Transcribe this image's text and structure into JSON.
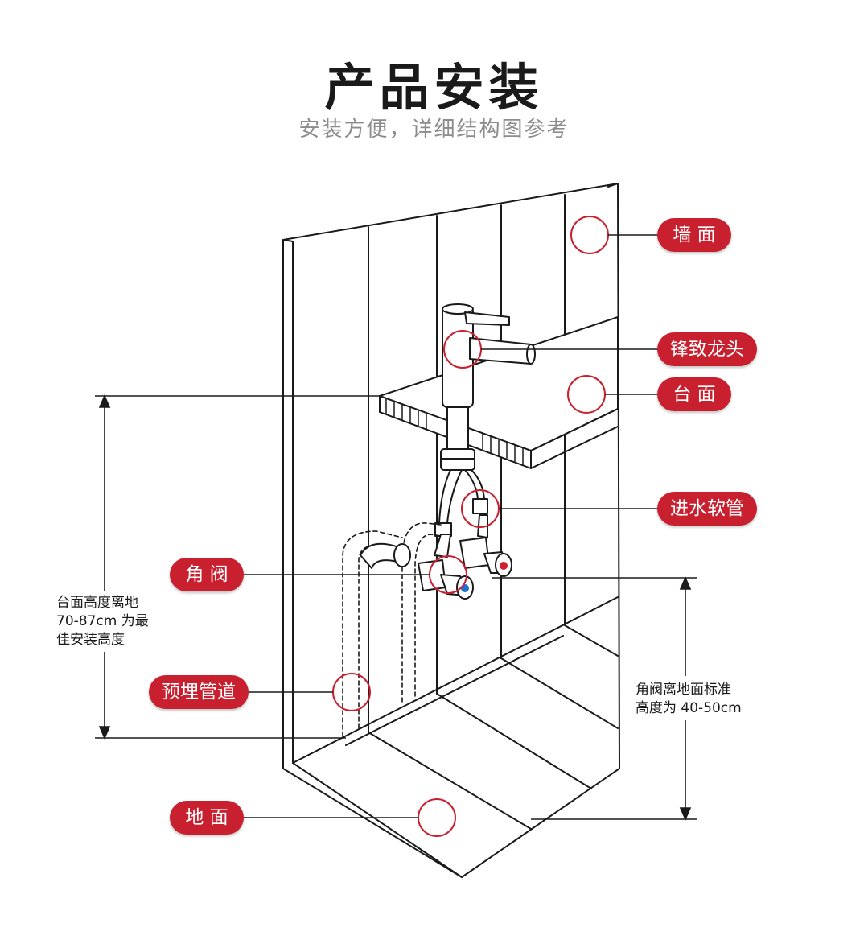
{
  "title": "产品安装",
  "subtitle": "安装方便，详细结构图参考",
  "labels": {
    "wall": "墙 面",
    "faucet": "锋致龙头",
    "counter": "台 面",
    "hose": "进水软管",
    "angle_valve": "角 阀",
    "pipe": "预埋管道",
    "floor": "地 面"
  },
  "notes": {
    "counter_height": [
      "台面高度离地",
      "70-87cm 为最",
      "佳安装高度"
    ],
    "valve_height": [
      "角阀离地面标准",
      "高度为 40-50cm"
    ]
  },
  "colors": {
    "badge": "#c8202f",
    "hot": "#d01f2f",
    "cold": "#1f6fd0",
    "line": "#1a1a1a"
  }
}
